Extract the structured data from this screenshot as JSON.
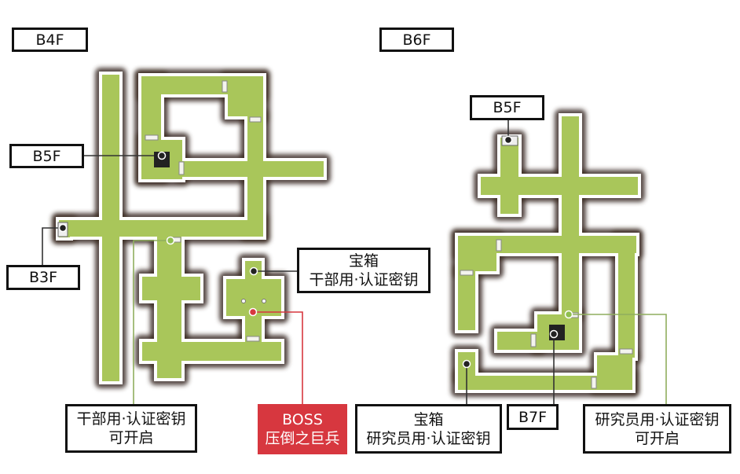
{
  "floors": {
    "left_title": "B4F",
    "right_title": "B6F"
  },
  "left_map": {
    "stairs_up_to": "B5F",
    "stairs_to_b3": "B3F",
    "chest": {
      "line1": "宝箱",
      "line2": "干部用·认证密钥"
    },
    "door_note": {
      "line1": "干部用·认证密钥",
      "line2": "可开启"
    },
    "boss": {
      "line1": "BOSS",
      "line2": "压倒之巨兵"
    }
  },
  "right_map": {
    "stairs_to_b5": "B5F",
    "stairs_to_b7": "B7F",
    "chest": {
      "line1": "宝箱",
      "line2": "研究员用·认证密钥"
    },
    "door_note": {
      "line1": "研究员用·认证密钥",
      "line2": "可开启"
    }
  },
  "colors": {
    "floor": "#a9c65a",
    "wall_shadow": "#3b2b24",
    "boss": "#d7373f",
    "key_line": "#8fae5e"
  }
}
